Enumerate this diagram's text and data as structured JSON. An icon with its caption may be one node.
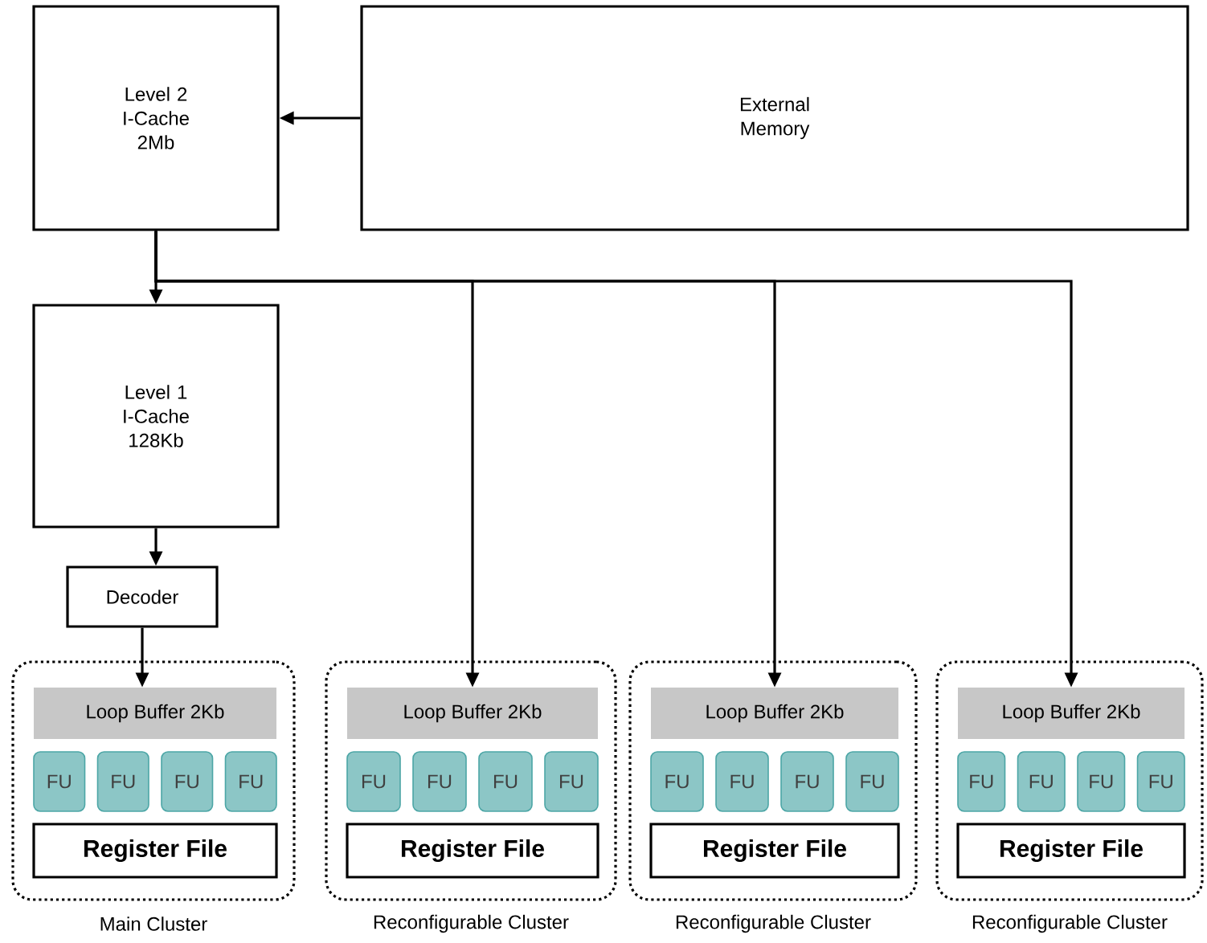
{
  "diagram": {
    "nodes": [
      {
        "text": [
          "Level 2 I-Cache 2Mb"
        ]
      },
      {
        "text": [
          "External Memory"
        ]
      },
      {
        "text": [
          "Level 1 I-Cache 128Kb"
        ]
      },
      {
        "text": [
          "Decoder"
        ]
      },
      {
        "text": [
          "Main Cluster"
        ]
      },
      {
        "text": [
          "Loop Buffer 2Kb"
        ],
        "in": 4
      },
      {
        "text": [
          "FU"
        ],
        "in": 4
      },
      {
        "text": [
          "FU"
        ],
        "in": 4
      },
      {
        "text": [
          "FU"
        ],
        "in": 4
      },
      {
        "text": [
          "FU"
        ],
        "in": 4
      },
      {
        "text": [
          "Register File"
        ],
        "in": 4
      },
      {
        "text": [
          "Reconfigurable Cluster"
        ]
      },
      {
        "text": [
          "Loop Buffer 2Kb"
        ],
        "in": 11
      },
      {
        "text": [
          "FU"
        ],
        "in": 11
      },
      {
        "text": [
          "FU"
        ],
        "in": 11
      },
      {
        "text": [
          "FU"
        ],
        "in": 11
      },
      {
        "text": [
          "FU"
        ],
        "in": 11
      },
      {
        "text": [
          "Register File"
        ],
        "in": 11
      },
      {
        "text": [
          "Reconfigurable Cluster"
        ]
      },
      {
        "text": [
          "Loop Buffer 2Kb"
        ],
        "in": 18
      },
      {
        "text": [
          "FU"
        ],
        "in": 18
      },
      {
        "text": [
          "FU"
        ],
        "in": 18
      },
      {
        "text": [
          "FU"
        ],
        "in": 18
      },
      {
        "text": [
          "FU"
        ],
        "in": 18
      },
      {
        "text": [
          "Register File"
        ],
        "in": 18
      },
      {
        "text": [
          "Reconfigurable Cluster"
        ]
      },
      {
        "text": [
          "Loop Buffer 2Kb"
        ],
        "in": 25
      },
      {
        "text": [
          "FU"
        ],
        "in": 25
      },
      {
        "text": [
          "FU"
        ],
        "in": 25
      },
      {
        "text": [
          "FU"
        ],
        "in": 25
      },
      {
        "text": [
          "FU"
        ],
        "in": 25
      },
      {
        "text": [
          "Register File"
        ],
        "in": 25
      }
    ],
    "edges": [
      {
        "from": 1,
        "to": 0,
        "arrow": "to"
      },
      {
        "from": 0,
        "to": 2,
        "arrow": "to"
      },
      {
        "from": 0,
        "to": 12,
        "arrow": "to"
      },
      {
        "from": 0,
        "to": 19,
        "arrow": "to"
      },
      {
        "from": 0,
        "to": 26,
        "arrow": "to"
      },
      {
        "from": 2,
        "to": 3,
        "arrow": "to"
      },
      {
        "from": 3,
        "to": 5,
        "arrow": "to"
      }
    ]
  }
}
